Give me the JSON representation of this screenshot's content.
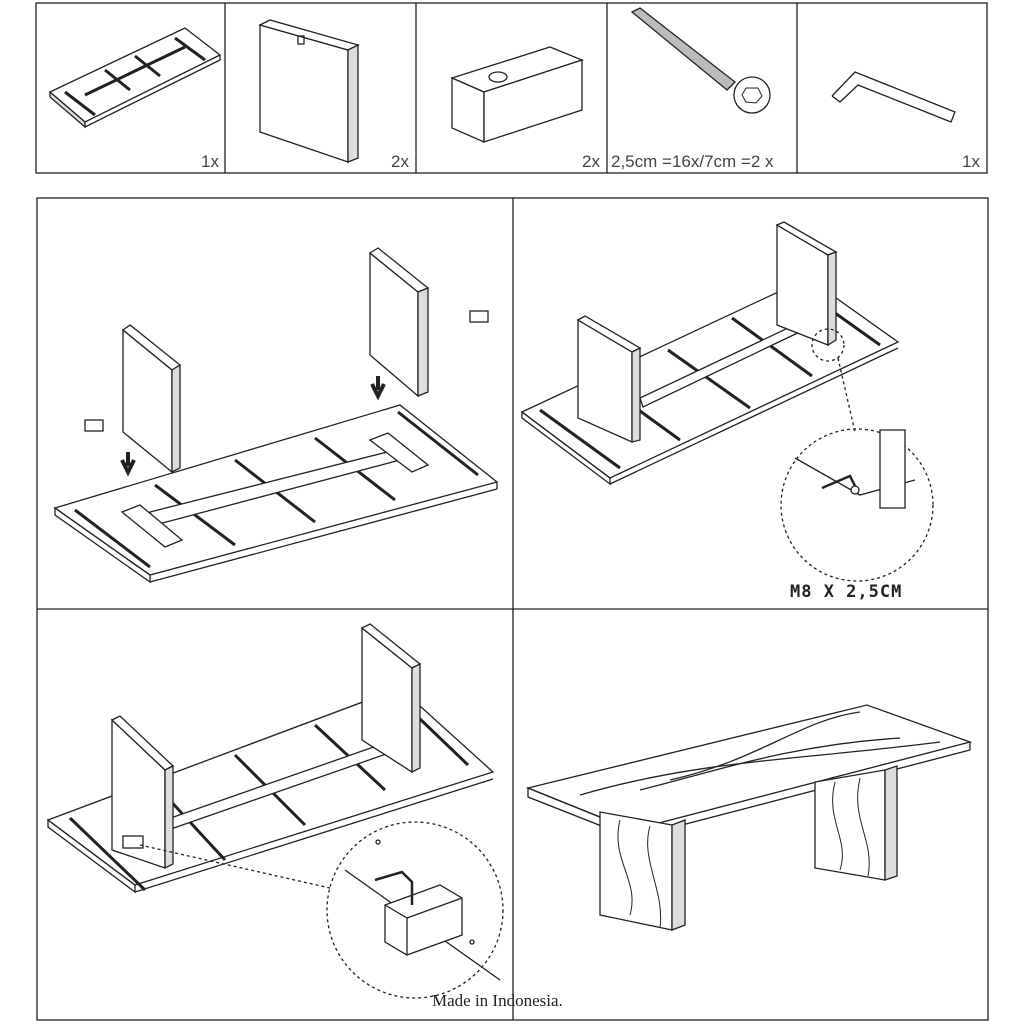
{
  "parts": [
    {
      "name": "tabletop",
      "qty": "1x"
    },
    {
      "name": "leg-panel",
      "qty": "2x"
    },
    {
      "name": "block",
      "qty": "2x"
    },
    {
      "name": "bolt",
      "qty": "2,5cm =16x/7cm =2 x"
    },
    {
      "name": "allen-key",
      "qty": "1x"
    }
  ],
  "steps": {
    "bolt_spec": "M8 X 2,5CM"
  },
  "footer": "Made in Indonesia."
}
